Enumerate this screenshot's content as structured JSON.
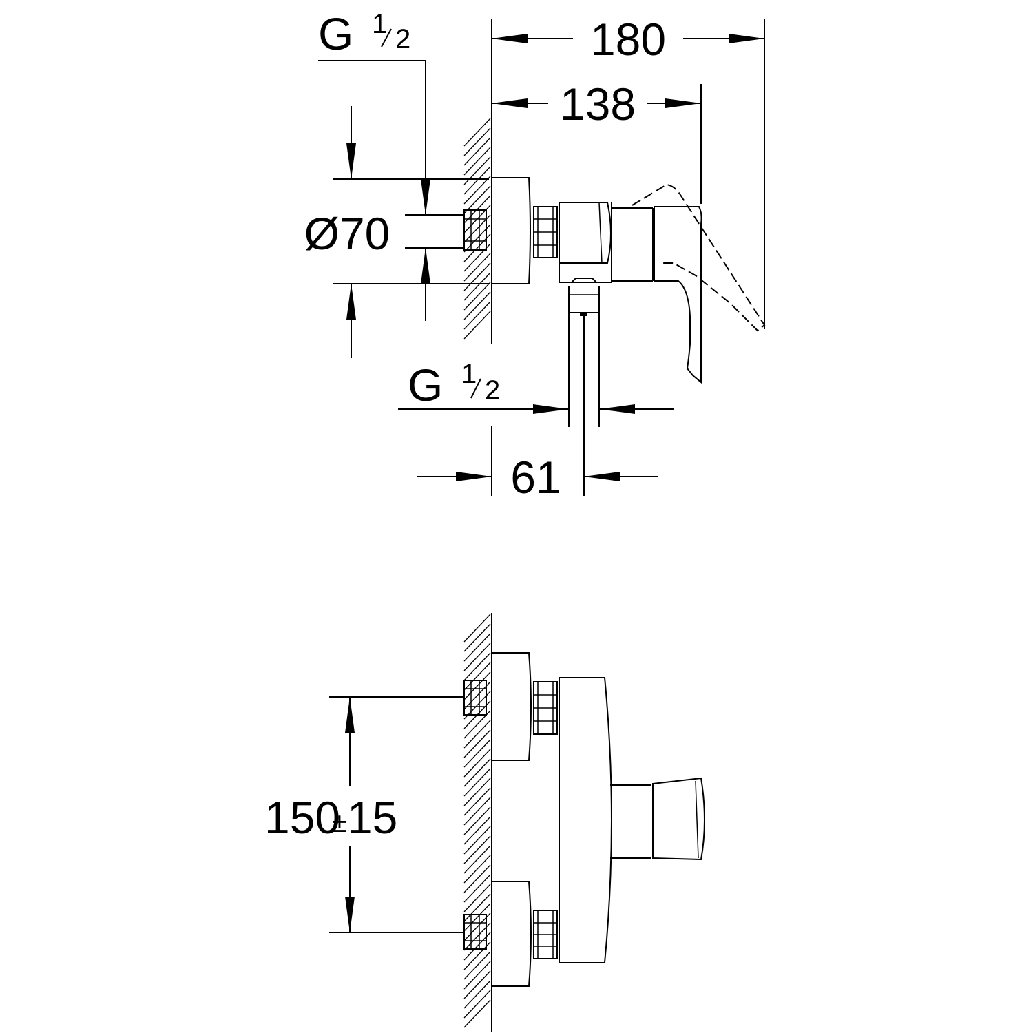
{
  "side_view": {
    "overall_width": "180",
    "lever_reach": "138",
    "diameter": "Ø70",
    "wall_to_outlet": "61",
    "inlet_thread": {
      "prefix": "G",
      "numerator": "1",
      "denominator": "2"
    },
    "outlet_thread": {
      "prefix": "G",
      "numerator": "1",
      "denominator": "2"
    }
  },
  "front_view": {
    "inlet_spacing": "150",
    "tolerance": "±15"
  }
}
